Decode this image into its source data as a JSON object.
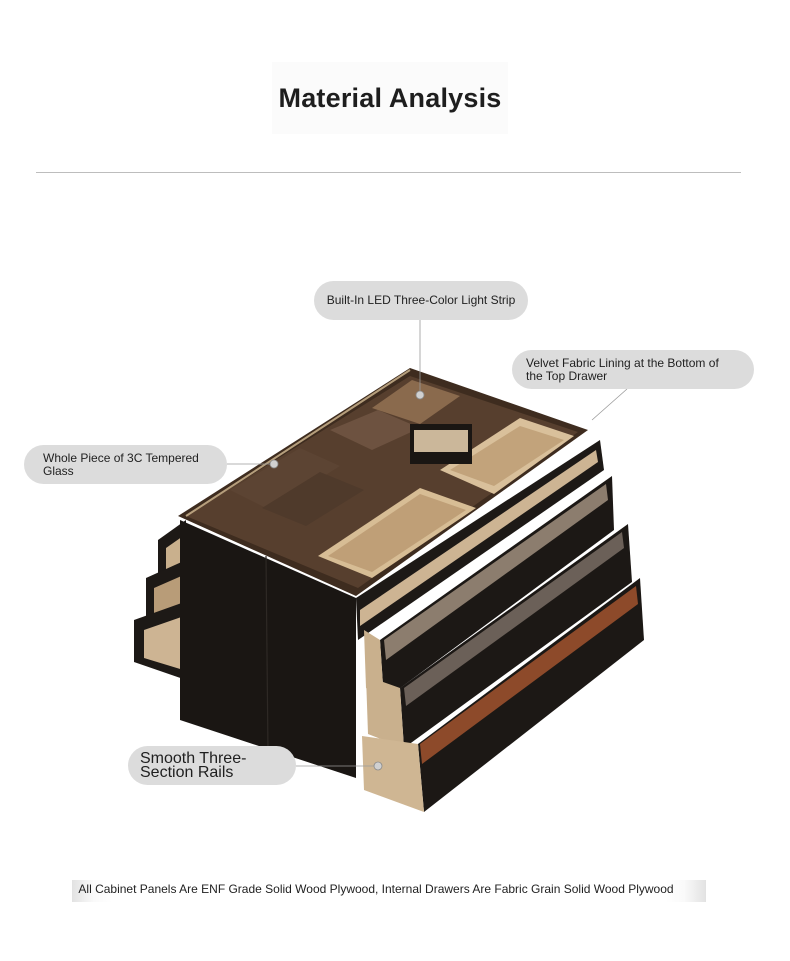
{
  "header": {
    "title": "Material Analysis"
  },
  "callouts": {
    "led": "Built-In LED Three-Color Light Strip",
    "velvet": "Velvet Fabric Lining at the Bottom of the Top Drawer",
    "glass": "Whole Piece of 3C Tempered Glass",
    "rails": "Smooth Three-Section Rails"
  },
  "footer": {
    "text": "All Cabinet Panels Are ENF Grade Solid Wood Plywood, Internal Drawers Are Fabric Grain Solid Wood Plywood"
  },
  "colors": {
    "cabinet": "#1c1815",
    "glass": "#4a3525",
    "pill": "#dcdcdc",
    "drawer_interior": "#c9b08d"
  },
  "icons": [
    "callout-dot-icon"
  ]
}
